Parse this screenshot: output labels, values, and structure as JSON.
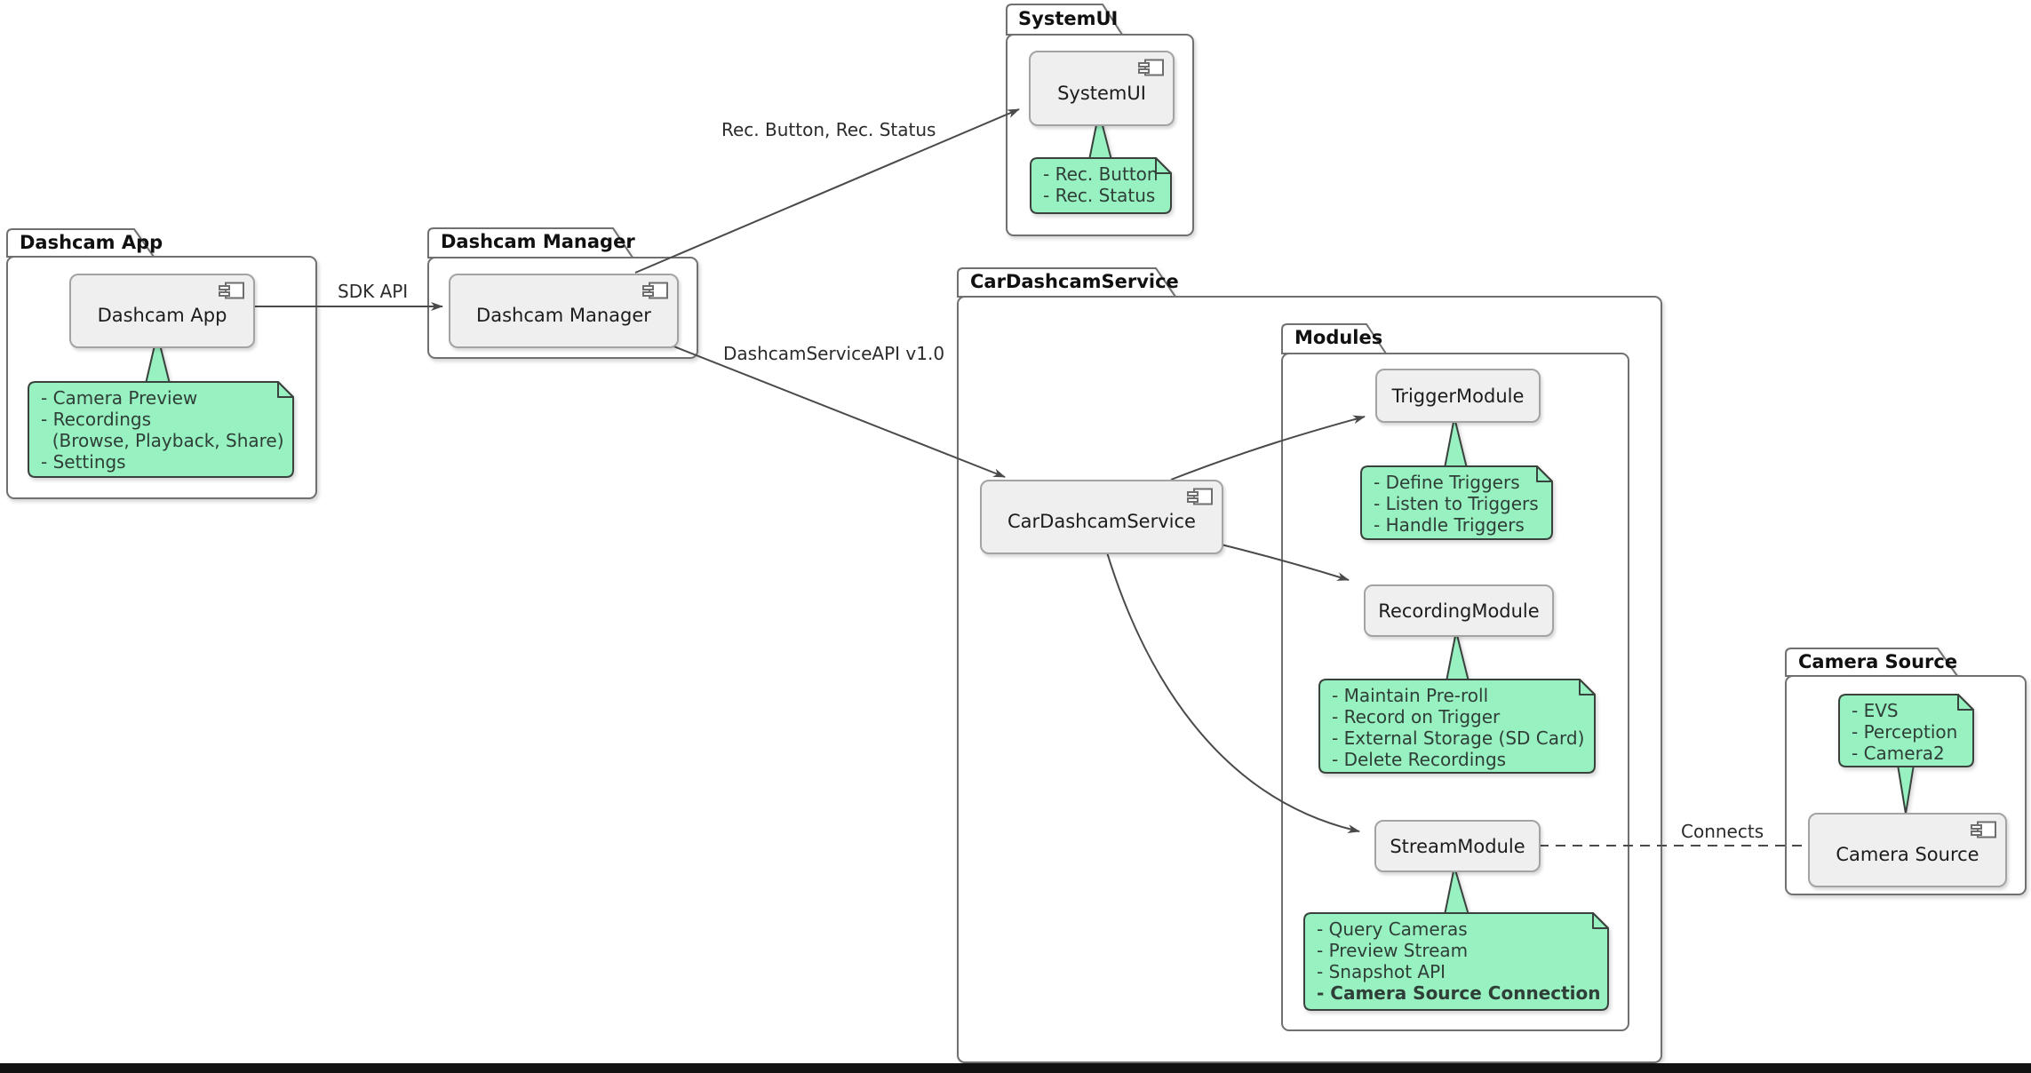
{
  "packages": {
    "dashcam_app": {
      "title": "Dashcam App"
    },
    "dashcam_manager": {
      "title": "Dashcam Manager"
    },
    "systemui": {
      "title": "SystemUI"
    },
    "car_dashcam_service": {
      "title": "CarDashcamService"
    },
    "modules": {
      "title": "Modules"
    },
    "camera_source": {
      "title": "Camera Source"
    }
  },
  "components": {
    "dashcam_app": {
      "label": "Dashcam App"
    },
    "dashcam_manager": {
      "label": "Dashcam Manager"
    },
    "systemui": {
      "label": "SystemUI"
    },
    "car_dashcam_service": {
      "label": "CarDashcamService"
    },
    "trigger_module": {
      "label": "TriggerModule"
    },
    "recording_module": {
      "label": "RecordingModule"
    },
    "stream_module": {
      "label": "StreamModule"
    },
    "camera_source": {
      "label": "Camera Source"
    }
  },
  "notes": {
    "dashcam_app": {
      "lines": [
        {
          "text": "- Camera Preview"
        },
        {
          "text": "- Recordings"
        },
        {
          "text": "  (Browse, Playback, Share)"
        },
        {
          "text": "- Settings"
        }
      ]
    },
    "systemui": {
      "lines": [
        {
          "text": "- Rec. Button"
        },
        {
          "text": "- Rec. Status"
        }
      ]
    },
    "trigger_module": {
      "lines": [
        {
          "text": "- Define Triggers"
        },
        {
          "text": "- Listen to Triggers"
        },
        {
          "text": "- Handle Triggers"
        }
      ]
    },
    "recording_module": {
      "lines": [
        {
          "text": "- Maintain Pre-roll"
        },
        {
          "text": "- Record on Trigger"
        },
        {
          "text": "- External Storage (SD Card)"
        },
        {
          "text": "- Delete Recordings"
        }
      ]
    },
    "stream_module": {
      "lines": [
        {
          "text": "- Query Cameras"
        },
        {
          "text": "- Preview Stream"
        },
        {
          "text": "- Snapshot API"
        },
        {
          "text": "- Camera Source Connection",
          "bold": true
        }
      ]
    },
    "camera_source": {
      "lines": [
        {
          "text": "- EVS"
        },
        {
          "text": "- Perception"
        },
        {
          "text": "- Camera2"
        }
      ]
    }
  },
  "edge_labels": {
    "sdk_api": "SDK API",
    "rec_status": "Rec. Button, Rec. Status",
    "service_api": "DashcamServiceAPI v1.0",
    "connects": "Connects"
  },
  "colors": {
    "note_fill": "#98F1C1",
    "note_border": "#3a423d",
    "line": "#4a4a4a",
    "component_fill": "#efefef"
  }
}
